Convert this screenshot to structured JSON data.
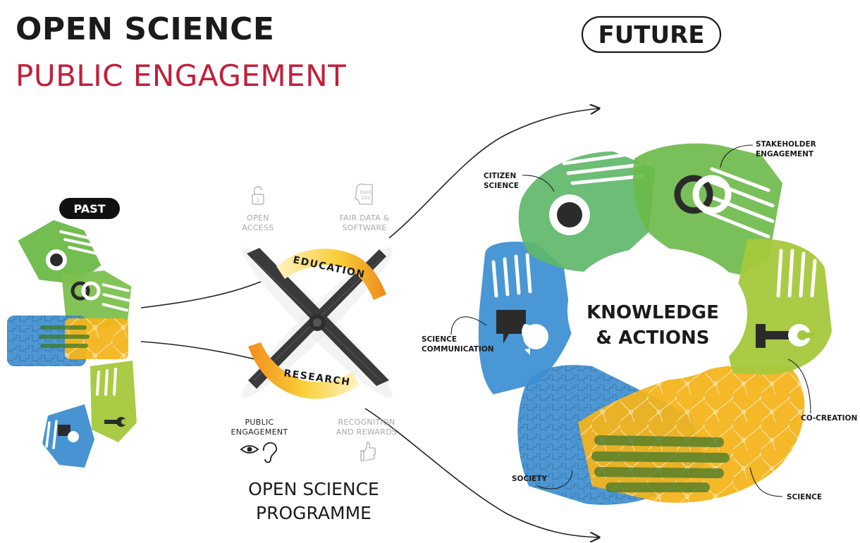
{
  "header": {
    "title": "OPEN SCIENCE",
    "subtitle": "PUBLIC ENGAGEMENT"
  },
  "future_label": "FUTURE",
  "past_label": "PAST",
  "programme": {
    "top_left": [
      "OPEN",
      "ACCESS"
    ],
    "top_right": [
      "FAIR DATA &",
      "SOFTWARE"
    ],
    "bottom_left": [
      "PUBLIC",
      "ENGAGEMENT"
    ],
    "bottom_right": [
      "RECOGNITION",
      "AND REWARDS"
    ],
    "band_top": "EDUCATION",
    "band_bottom": "RESEARCH",
    "title_line1": "OPEN SCIENCE",
    "title_line2": "PROGRAMME",
    "data_icon_text": [
      "0101",
      "101"
    ]
  },
  "center": {
    "line1": "KNOWLEDGE",
    "line2": "& ACTIONS"
  },
  "labels": {
    "citizen_science": [
      "CITIZEN",
      "SCIENCE"
    ],
    "stakeholder": [
      "STAKEHOLDER",
      "ENGAGEMENT"
    ],
    "science_communication": [
      "SCIENCE",
      "COMMUNICATION"
    ],
    "co_creation": "CO-CREATION",
    "society": "SOCIETY",
    "science": "SCIENCE"
  },
  "colors": {
    "title": "#1b1b1b",
    "subtitle": "#c21f3a",
    "green": "#6cb948",
    "light_green": "#a4c83c",
    "blue": "#3e8ed0",
    "yellow": "#f4b41c",
    "dark": "#2b2b2b"
  }
}
